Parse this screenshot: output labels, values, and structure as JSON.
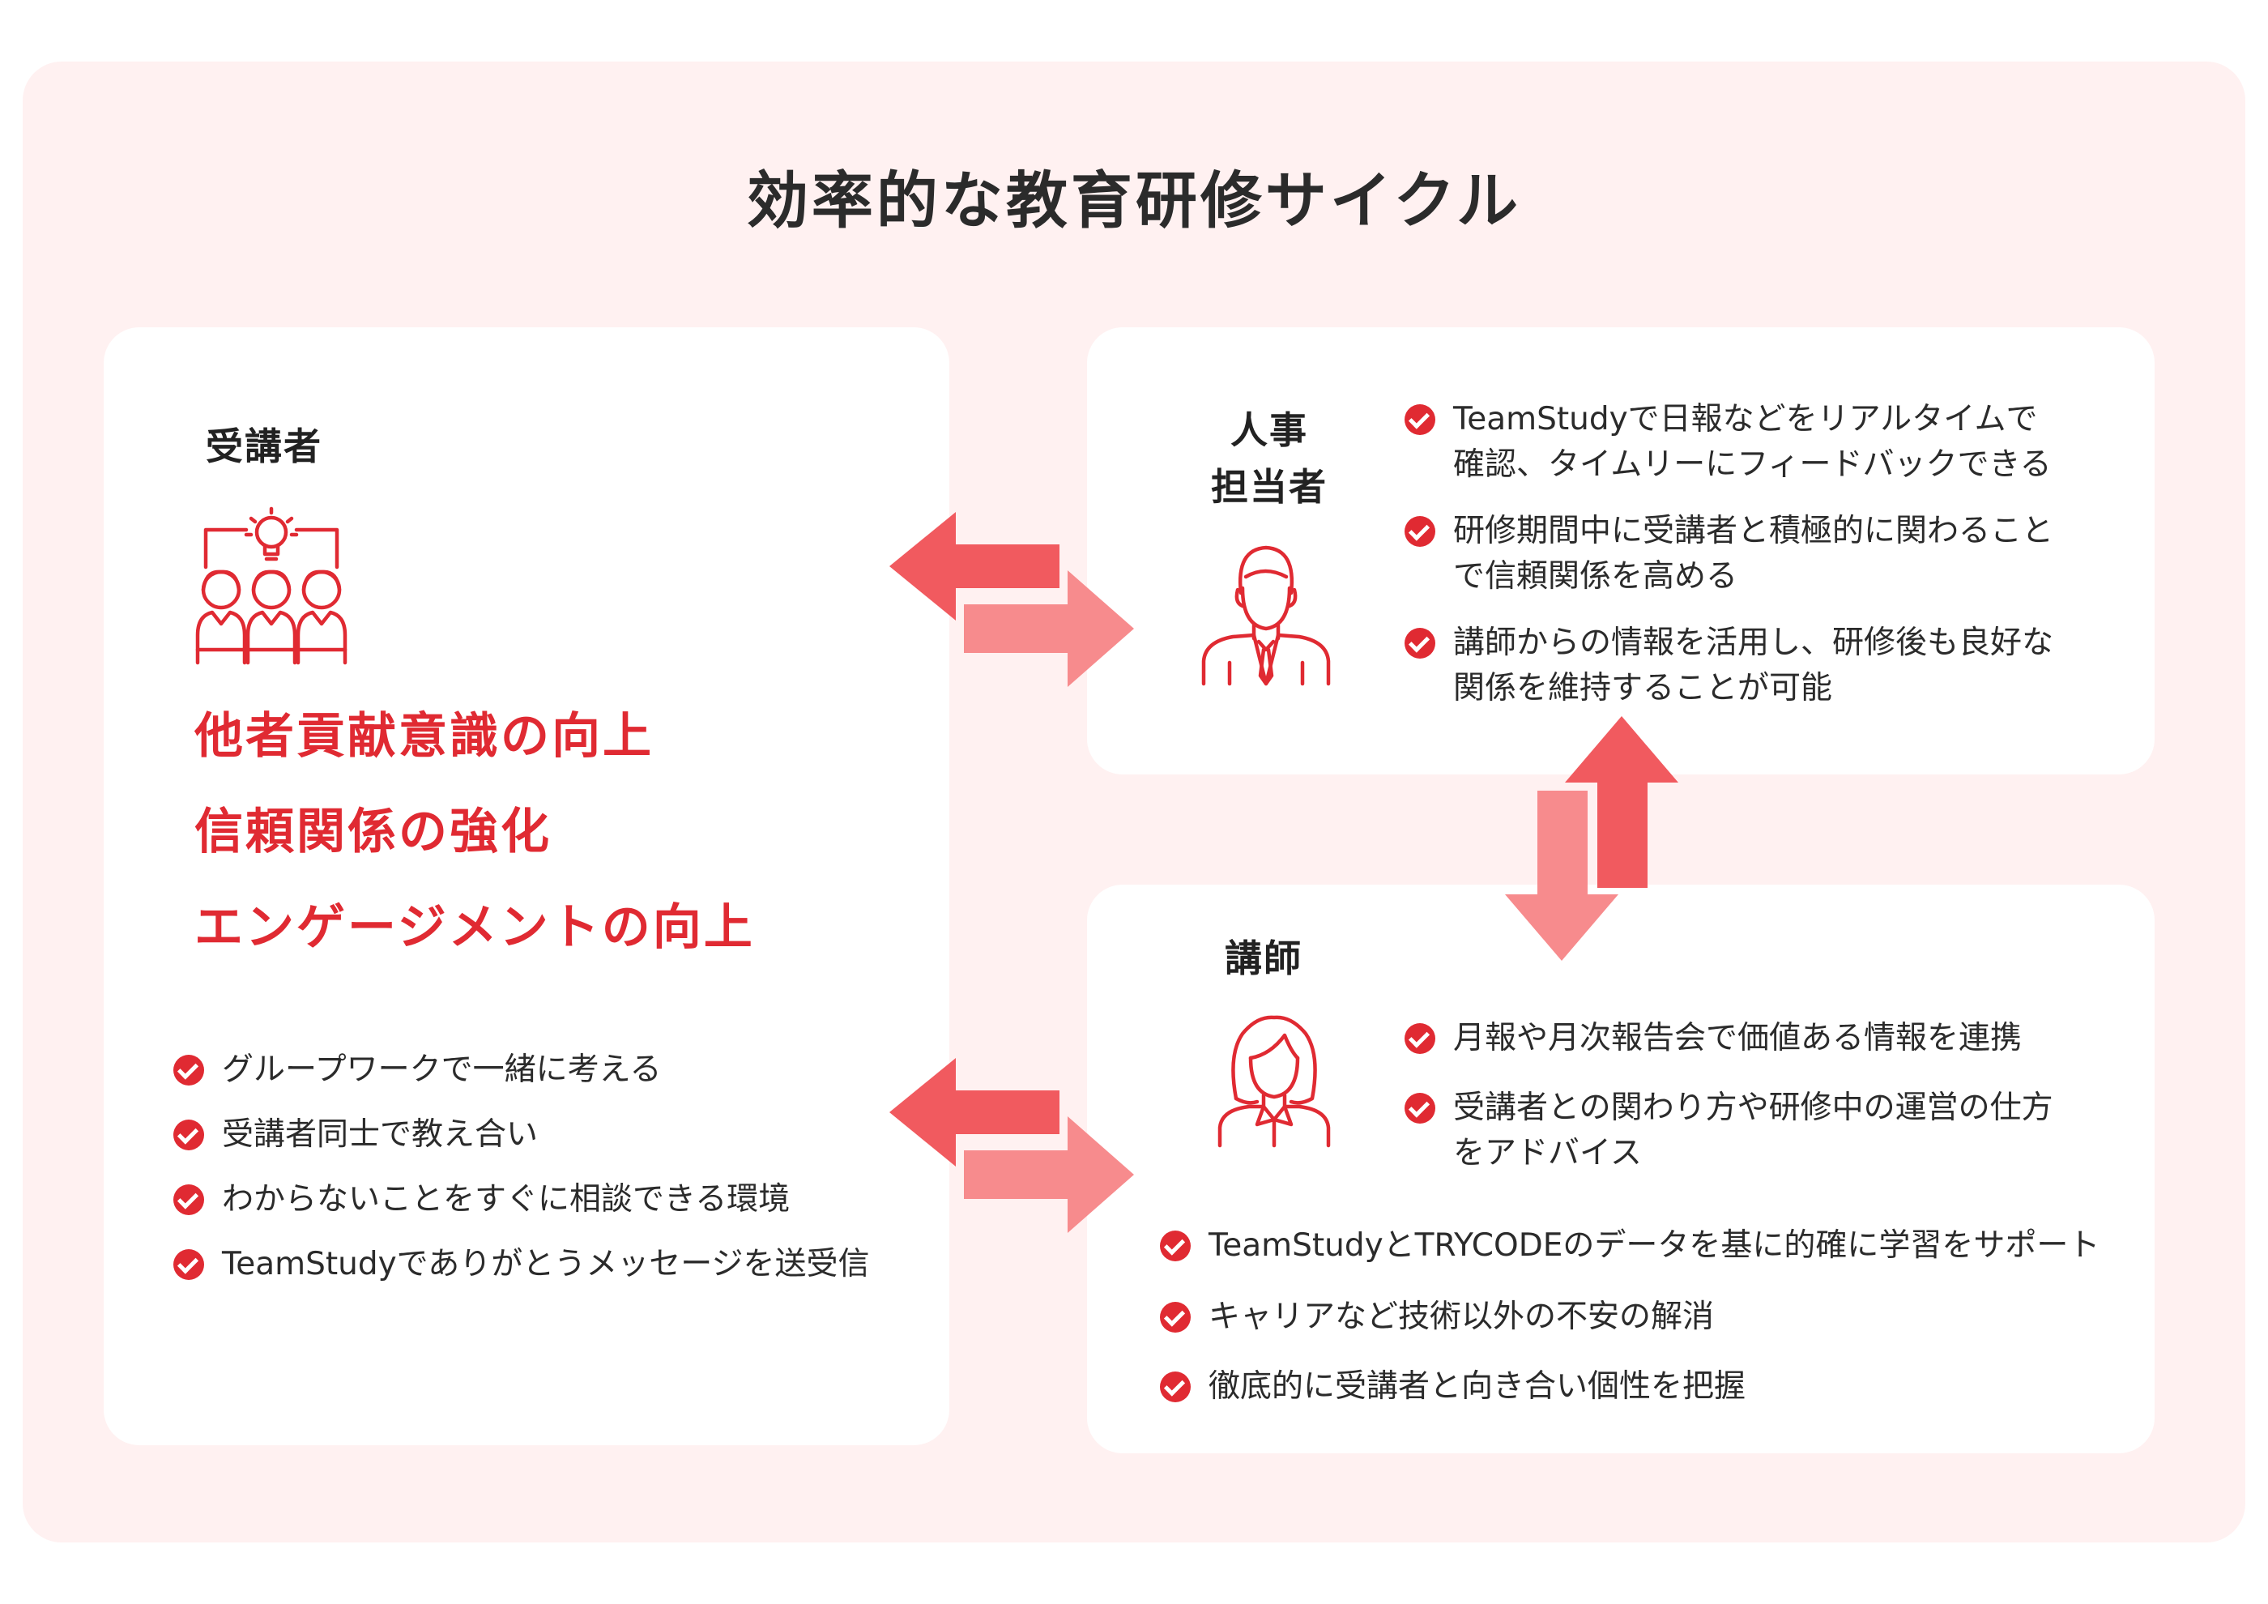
{
  "title": "効率的な教育研修サイクル",
  "colors": {
    "accent": "#e02a32",
    "arrow_dark": "#f15a5f",
    "arrow_light": "#f78b8d",
    "background": "#fff1f1",
    "card": "#ffffff"
  },
  "trainee": {
    "role": "受講者",
    "icon": "group-idea-icon",
    "headlines": [
      "他者貢献意識の向上",
      "信頼関係の強化",
      "エンゲージメントの向上"
    ],
    "items": [
      "グループワークで一緒に考える",
      "受講者同士で教え合い",
      "わからないことをすぐに相談できる環境",
      "TeamStudyでありがとうメッセージを送受信"
    ]
  },
  "hr": {
    "role_line1": "人事",
    "role_line2": "担当者",
    "icon": "businessman-icon",
    "items": [
      [
        "TeamStudyで日報などをリアルタイムで",
        "確認、タイムリーにフィードバックできる"
      ],
      [
        "研修期間中に受講者と積極的に関わること",
        "で信頼関係を高める"
      ],
      [
        "講師からの情報を活用し、研修後も良好な",
        "関係を維持することが可能"
      ]
    ]
  },
  "instructor": {
    "role": "講師",
    "icon": "businesswoman-icon",
    "items": [
      [
        "月報や月次報告会で価値ある情報を連携"
      ],
      [
        "受講者との関わり方や研修中の運営の仕方",
        "をアドバイス"
      ]
    ],
    "items_wide": [
      "TeamStudyとTRYCODEのデータを基に的確に学習をサポート",
      "キャリアなど技術以外の不安の解消",
      "徹底的に受講者と向き合い個性を把握"
    ]
  }
}
